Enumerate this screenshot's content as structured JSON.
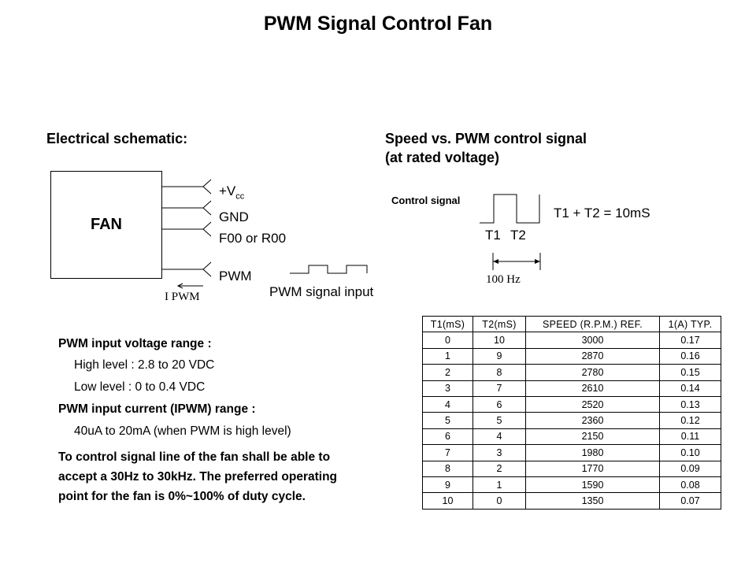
{
  "title": "PWM Signal Control Fan",
  "schematic": {
    "heading": "Electrical schematic:",
    "fan_label": "FAN",
    "pins": {
      "vcc_main": "+V",
      "vcc_sub": "cc",
      "gnd": "GND",
      "f00": "F00 or R00",
      "pwm": "PWM"
    },
    "current_label": "I PWM",
    "signal_input_label": "PWM signal input"
  },
  "speed": {
    "heading_line1": "Speed vs. PWM control signal",
    "heading_line2": "(at rated voltage)",
    "control_signal_label": "Control signal",
    "equation": "T1 + T2 = 10mS",
    "t1": "T1",
    "t2": "T2",
    "freq": "100 Hz"
  },
  "specs": {
    "voltage_heading": "PWM input voltage range :",
    "high_level": "High level : 2.8 to 20 VDC",
    "low_level": "Low level : 0 to 0.4 VDC",
    "current_heading": "PWM input current (IPWM) range :",
    "current_range": "40uA to 20mA (when PWM is high level)",
    "note_line1": "To control signal line of the fan shall be able to",
    "note_line2": "accept a 30Hz to 30kHz. The preferred operating",
    "note_line3": "point for the fan is 0%~100% of duty cycle."
  },
  "table": {
    "headers": [
      "T1(mS)",
      "T2(mS)",
      "SPEED (R.P.M.)  REF.",
      "1(A) TYP."
    ],
    "rows": [
      [
        "0",
        "10",
        "3000",
        "0.17"
      ],
      [
        "1",
        "9",
        "2870",
        "0.16"
      ],
      [
        "2",
        "8",
        "2780",
        "0.15"
      ],
      [
        "3",
        "7",
        "2610",
        "0.14"
      ],
      [
        "4",
        "6",
        "2520",
        "0.13"
      ],
      [
        "5",
        "5",
        "2360",
        "0.12"
      ],
      [
        "6",
        "4",
        "2150",
        "0.11"
      ],
      [
        "7",
        "3",
        "1980",
        "0.10"
      ],
      [
        "8",
        "2",
        "1770",
        "0.09"
      ],
      [
        "9",
        "1",
        "1590",
        "0.08"
      ],
      [
        "10",
        "0",
        "1350",
        "0.07"
      ]
    ]
  }
}
